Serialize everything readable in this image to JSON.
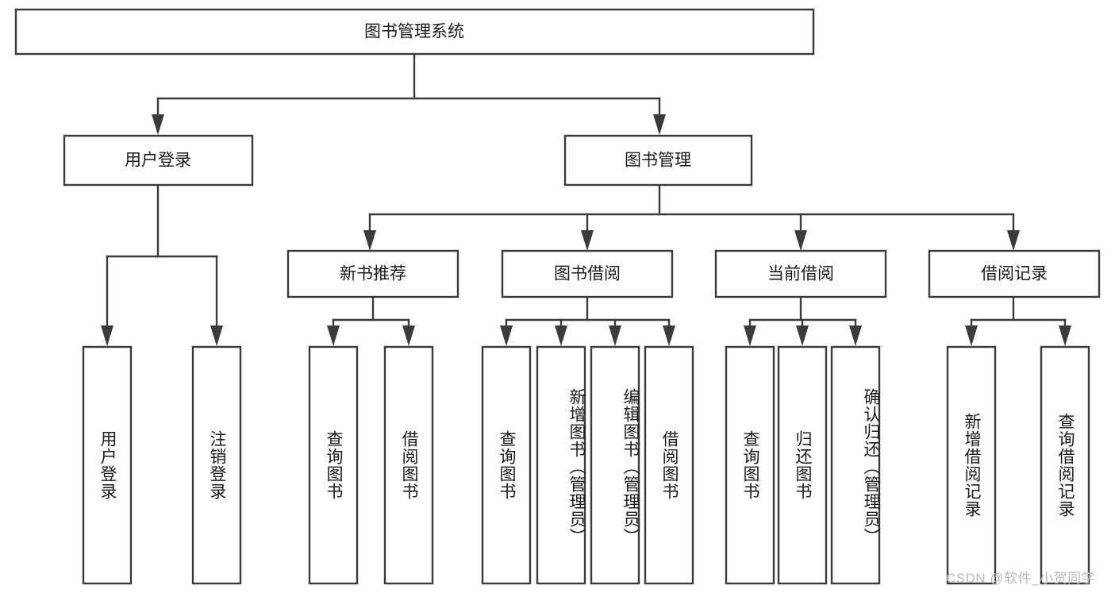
{
  "diagram": {
    "type": "tree",
    "title": "图书管理系统",
    "root": {
      "id": "root",
      "label": "图书管理系统",
      "orientation": "horizontal"
    },
    "level2": [
      {
        "id": "user-login",
        "label": "用户登录",
        "orientation": "horizontal"
      },
      {
        "id": "book-manage",
        "label": "图书管理",
        "orientation": "horizontal"
      }
    ],
    "level3": [
      {
        "id": "new-book-recommend",
        "label": "新书推荐",
        "orientation": "horizontal",
        "parent": "book-manage"
      },
      {
        "id": "book-borrow",
        "label": "图书借阅",
        "orientation": "horizontal",
        "parent": "book-manage"
      },
      {
        "id": "current-borrow",
        "label": "当前借阅",
        "orientation": "horizontal",
        "parent": "book-manage"
      },
      {
        "id": "borrow-record",
        "label": "借阅记录",
        "orientation": "horizontal",
        "parent": "book-manage"
      }
    ],
    "leaves": [
      {
        "id": "leaf-user-login",
        "label": "用户登录",
        "orientation": "vertical",
        "parent": "user-login"
      },
      {
        "id": "leaf-user-logout",
        "label": "注销登录",
        "orientation": "vertical",
        "parent": "user-login"
      },
      {
        "id": "leaf-query-book-1",
        "label": "查询图书",
        "orientation": "vertical",
        "parent": "new-book-recommend"
      },
      {
        "id": "leaf-borrow-book-1",
        "label": "借阅图书",
        "orientation": "vertical",
        "parent": "new-book-recommend"
      },
      {
        "id": "leaf-query-book-2",
        "label": "查询图书",
        "orientation": "vertical",
        "parent": "book-borrow"
      },
      {
        "id": "leaf-add-book",
        "label": "新增图书（管理员）",
        "orientation": "vertical",
        "parent": "book-borrow"
      },
      {
        "id": "leaf-edit-book",
        "label": "编辑图书（管理员）",
        "orientation": "vertical",
        "parent": "book-borrow"
      },
      {
        "id": "leaf-borrow-book-2",
        "label": "借阅图书",
        "orientation": "vertical",
        "parent": "book-borrow"
      },
      {
        "id": "leaf-query-book-3",
        "label": "查询图书",
        "orientation": "vertical",
        "parent": "current-borrow"
      },
      {
        "id": "leaf-return-book",
        "label": "归还图书",
        "orientation": "vertical",
        "parent": "current-borrow"
      },
      {
        "id": "leaf-confirm-return",
        "label": "确认归还（管理员）",
        "orientation": "vertical",
        "parent": "current-borrow"
      },
      {
        "id": "leaf-add-record",
        "label": "新增借阅记录",
        "orientation": "vertical",
        "parent": "borrow-record"
      },
      {
        "id": "leaf-query-record",
        "label": "查询借阅记录",
        "orientation": "vertical",
        "parent": "borrow-record"
      }
    ],
    "colors": {
      "stroke": "#3b3b3b",
      "fill": "#ffffff",
      "text": "#1a1a1a",
      "watermark": "#b9b9b9",
      "background": "#ffffff"
    }
  },
  "watermark": {
    "text": "CSDN @软件_小贺同学"
  }
}
